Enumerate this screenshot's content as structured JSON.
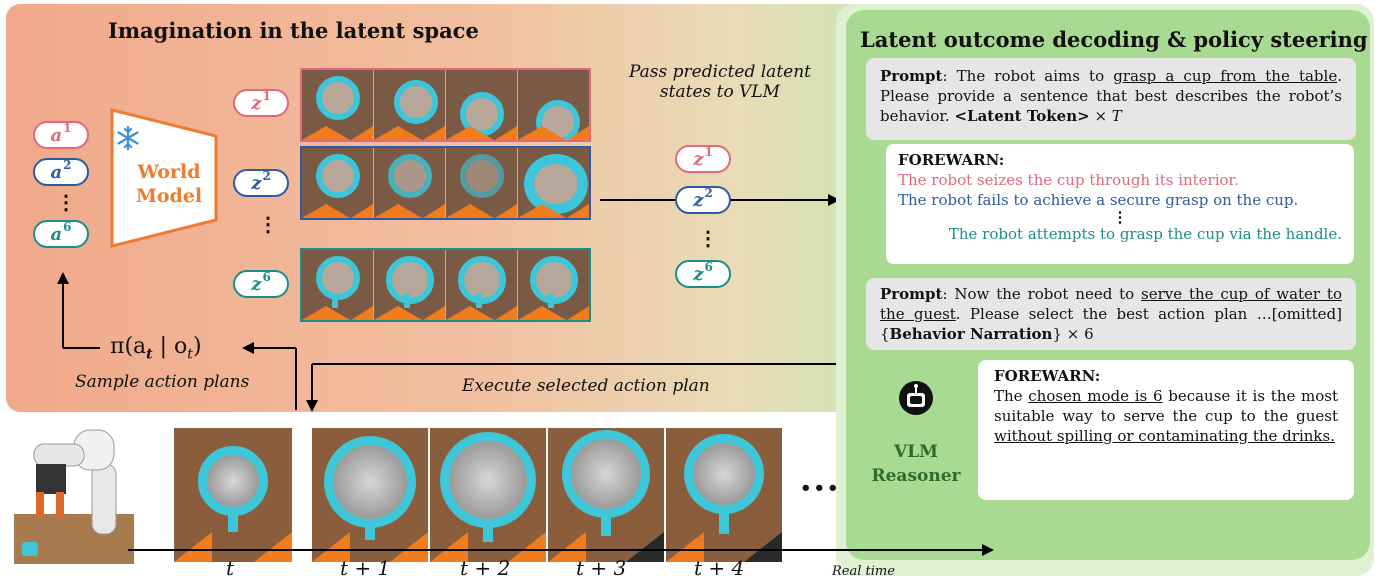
{
  "left_title": "Imagination in the latent space",
  "right_title": "Latent outcome decoding & policy steering",
  "actions": [
    {
      "base": "a",
      "sup": "1"
    },
    {
      "base": "a",
      "sup": "2"
    },
    {
      "base": "a",
      "sup": "6"
    }
  ],
  "dots": "⋮",
  "world_model": {
    "line1": "World",
    "line2": "Model",
    "frozen_icon": "snowflake-icon"
  },
  "latents": [
    {
      "base": "z",
      "sup": "1"
    },
    {
      "base": "z",
      "sup": "2"
    },
    {
      "base": "z",
      "sup": "6"
    }
  ],
  "pass_caption_line1": "Pass predicted latent",
  "pass_caption_line2": "states to VLM",
  "policy_formula": "π(a",
  "policy_formula_sub": "t",
  "policy_formula_mid": " | o",
  "policy_formula_sub2": "t",
  "policy_formula_end": ")",
  "sample_caption": "Sample action plans",
  "execute_caption": "Execute selected action plan",
  "prompt1": {
    "label": "Prompt",
    "pre": ": The robot aims to ",
    "goal": "grasp a cup from the table",
    "post": ". Please provide a sentence that best describes the robot’s behavior. ",
    "token": "<Latent Token>",
    "times": " × T"
  },
  "narration": {
    "header": "FOREWARN:",
    "line1": "The robot seizes the cup through its interior.",
    "line2": "The robot fails to achieve a secure grasp on the cup.",
    "line3": "The robot attempts to grasp the cup via the handle."
  },
  "prompt2": {
    "label": "Prompt",
    "pre": ": Now the robot need to ",
    "goal": "serve the cup of water to the guest",
    "post": ". Please select the best action plan …[omitted] {",
    "bold": "Behavior Narration",
    "end": "} × 6"
  },
  "reasoner": {
    "line1": "VLM",
    "line2": "Reasoner",
    "icon": "robot-icon"
  },
  "answer": {
    "header": "FOREWARN:",
    "pre": "The ",
    "u1": "chosen mode is 6",
    "mid": " because it is the most suitable way to serve the cup to the guest ",
    "u2": "without spilling or contaminating the drinks."
  },
  "time_labels": [
    "t",
    "t + 1",
    "t + 2",
    "t + 3",
    "t + 4"
  ],
  "ellipsis": "•••",
  "real_time": "Real time",
  "colors": {
    "pink": "#e2677f",
    "blue": "#2d5aa0",
    "teal": "#1b8f86",
    "orange": "#ee7b2e"
  }
}
